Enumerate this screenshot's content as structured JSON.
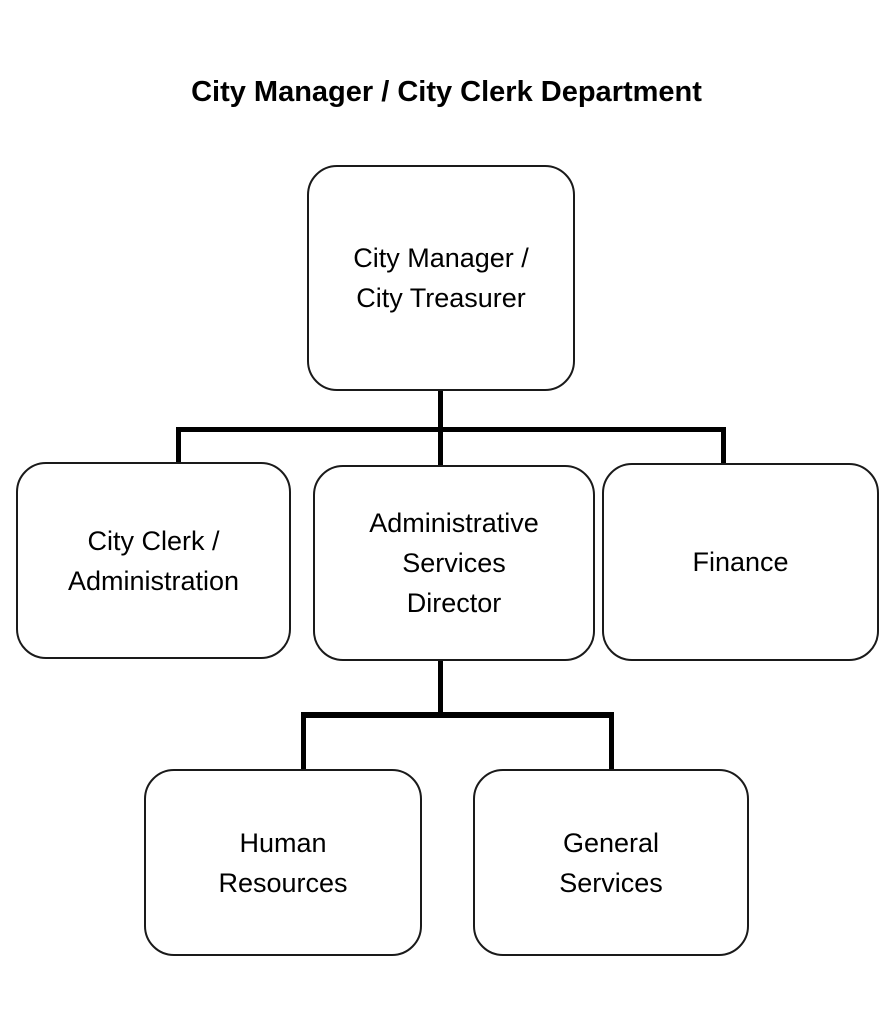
{
  "chart_title": "City Manager / City Clerk Department",
  "diagram": {
    "type": "org-chart",
    "orientation": "top-down",
    "background_color": "#ffffff",
    "node_border_color": "#1a1a1a",
    "connector_color": "#000000",
    "text_color": "#000000",
    "levels": 3,
    "nodes": [
      {
        "id": "city-manager",
        "label": "City Manager /\nCity Treasurer",
        "level": 1,
        "parent": null
      },
      {
        "id": "city-clerk",
        "label": "City Clerk /\nAdministration",
        "level": 2,
        "parent": "city-manager"
      },
      {
        "id": "admin-services",
        "label": "Administrative\nServices\nDirector",
        "level": 2,
        "parent": "city-manager"
      },
      {
        "id": "finance",
        "label": "Finance",
        "level": 2,
        "parent": "city-manager"
      },
      {
        "id": "human-resources",
        "label": "Human\nResources",
        "level": 3,
        "parent": "admin-services"
      },
      {
        "id": "general-services",
        "label": "General\nServices",
        "level": 3,
        "parent": "admin-services"
      }
    ]
  }
}
